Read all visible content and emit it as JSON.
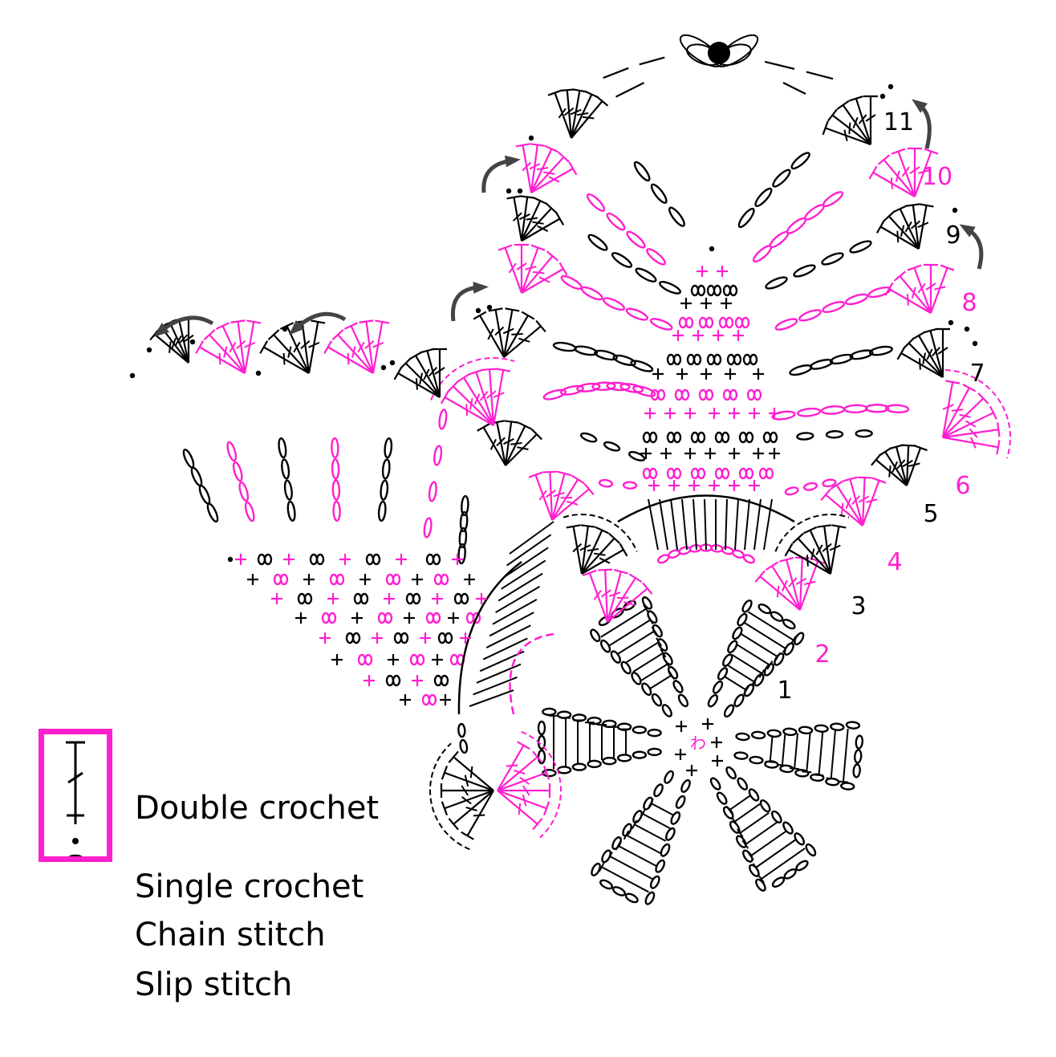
{
  "colors": {
    "black": "#000000",
    "pink": "#ff1fcf",
    "arrow": "#444444"
  },
  "center_mark": "わ",
  "row_labels": [
    {
      "text": "1",
      "color": "black"
    },
    {
      "text": "2",
      "color": "pink"
    },
    {
      "text": "3",
      "color": "black"
    },
    {
      "text": "4",
      "color": "pink"
    },
    {
      "text": "5",
      "color": "black"
    },
    {
      "text": "6",
      "color": "pink"
    },
    {
      "text": "7",
      "color": "black"
    },
    {
      "text": "8",
      "color": "pink"
    },
    {
      "text": "9",
      "color": "black"
    },
    {
      "text": "10",
      "color": "pink"
    },
    {
      "text": "11",
      "color": "black"
    }
  ],
  "legend": {
    "items": [
      {
        "label": "Double crochet",
        "icon": "double-crochet-symbol"
      },
      {
        "label": "Single crochet",
        "icon": "single-crochet-symbol"
      },
      {
        "label": "Chain stitch",
        "icon": "chain-stitch-symbol"
      },
      {
        "label": "Slip stitch",
        "icon": "slip-stitch-symbol"
      }
    ]
  }
}
